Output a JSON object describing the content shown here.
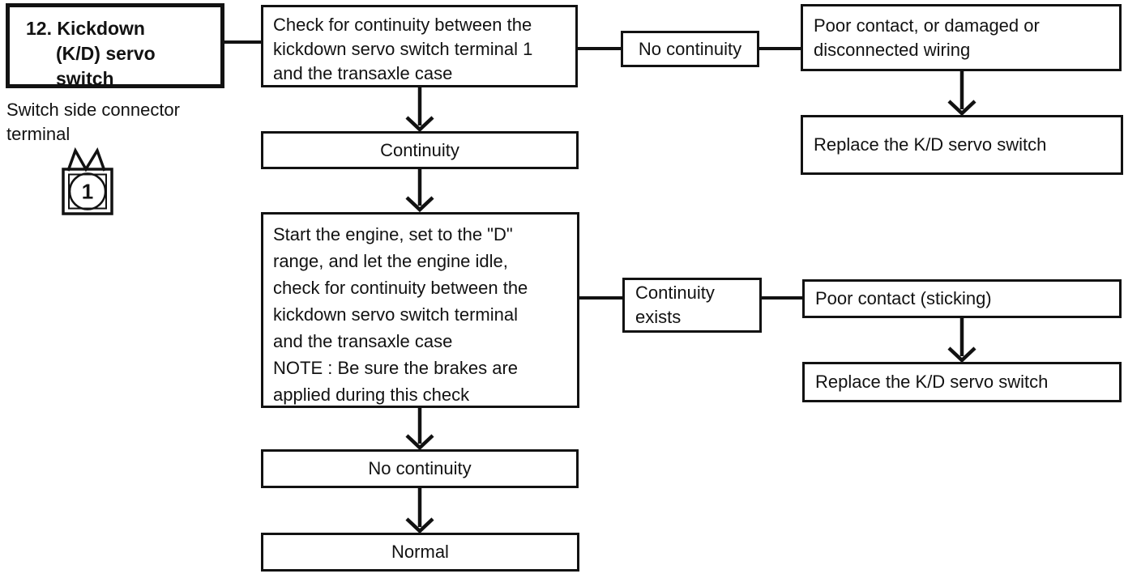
{
  "flowchart": {
    "header": {
      "lines": [
        "12. Kickdown",
        "(K/D) servo",
        "switch"
      ]
    },
    "caption": "Switch side connector\nterminal",
    "terminal_icon": {
      "number": "1"
    },
    "main_path": {
      "step1": "Check for continuity between the\nkickdown servo switch terminal 1\nand the transaxle case",
      "result1": "Continuity",
      "step2": "Start the engine, set to the \"D\"\nrange, and let the engine idle,\ncheck for continuity between the\nkickdown servo switch terminal\nand the transaxle case\nNOTE : Be sure the brakes are\napplied during this check",
      "result2": "No continuity",
      "final": "Normal"
    },
    "branch_top": {
      "condition": "No continuity",
      "diagnosis": "Poor contact, or damaged or\ndisconnected wiring",
      "remedy": "Replace the K/D servo switch"
    },
    "branch_mid": {
      "condition": "Continuity\nexists",
      "diagnosis": "Poor contact (sticking)",
      "remedy": "Replace the K/D servo switch"
    },
    "colors": {
      "ink": "#121212",
      "paper": "#ffffff"
    }
  }
}
